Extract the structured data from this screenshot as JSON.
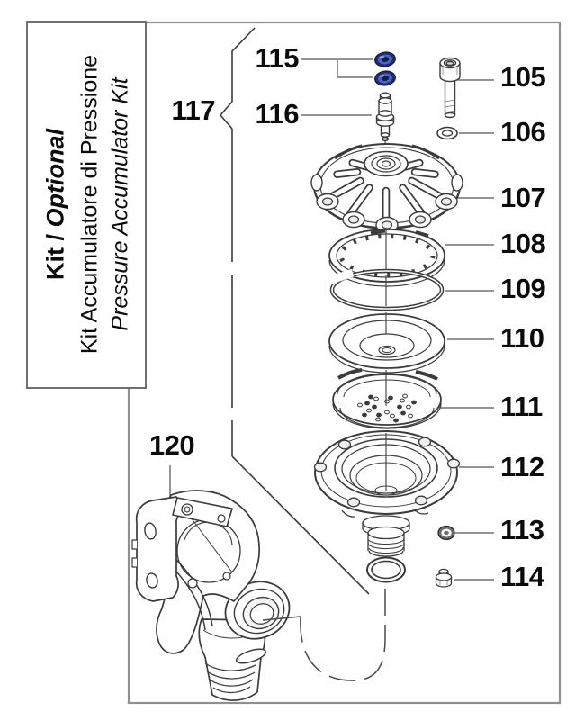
{
  "title_box": {
    "bold_part": "Kit / ",
    "italic_part": "Optional",
    "line_italian": "Kit Accumulatore di Pressione",
    "line_english": "Pressure Accumulator Kit"
  },
  "callouts": {
    "c105": "105",
    "c106": "106",
    "c107": "107",
    "c108": "108",
    "c109": "109",
    "c110": "110",
    "c111": "111",
    "c112": "112",
    "c113": "113",
    "c114": "114",
    "c115": "115",
    "c116": "116",
    "c117": "117",
    "c120": "120"
  },
  "colors": {
    "washer_blue": "#4763cf",
    "washer_blue_dark": "#1c2450",
    "leader_gray": "#848484",
    "line_dark": "#3b3b3b",
    "border_gray": "#909090"
  }
}
